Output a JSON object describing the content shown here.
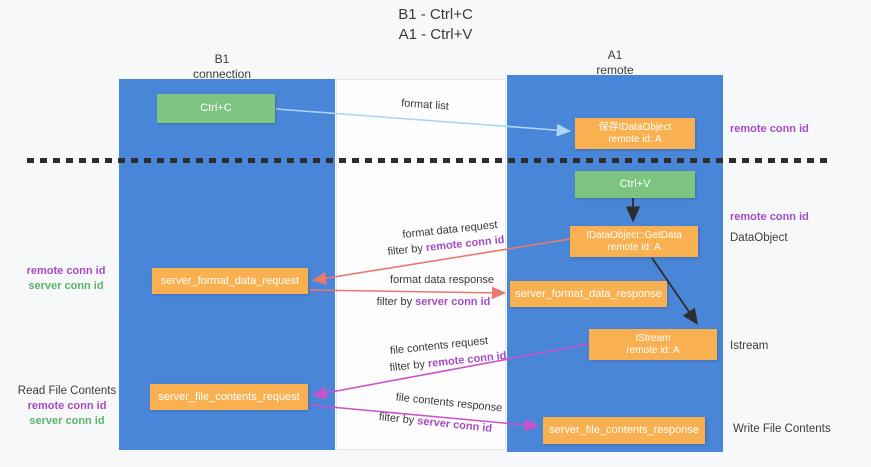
{
  "title": {
    "line1": "B1 - Ctrl+C",
    "line2": "A1 - Ctrl+V"
  },
  "columns": {
    "left": {
      "header_line1": "B1",
      "header_line2": "connection"
    },
    "right": {
      "header_line1": "A1",
      "header_line2": "remote"
    }
  },
  "boxes": {
    "ctrl_c": "Ctrl+C",
    "ctrl_v": "Ctrl+V",
    "keep_idataobject": {
      "line1": "保存IDataObject",
      "line2": "remote id: A"
    },
    "getdata": {
      "line1": "IDataObject::GetData",
      "line2": "remote id: A"
    },
    "istream": {
      "line1": "IStream",
      "line2": "remote id: A"
    },
    "server_format_data_request": "server_format_data_request",
    "server_format_data_response": "server_format_data_response",
    "server_file_contents_request": "server_file_contents_request",
    "server_file_contents_response": "server_file_contents_response"
  },
  "flow_labels": {
    "format_list": "format list",
    "format_data_request": "format data request",
    "filter_remote_1": {
      "prefix": "filter by ",
      "id": "remote conn id"
    },
    "format_data_response": "format data response",
    "filter_server_1": {
      "prefix": "filter by ",
      "id": "server conn id"
    },
    "file_contents_request": "file contents request",
    "filter_remote_2": {
      "prefix": "filter by ",
      "id": "remote conn id"
    },
    "file_contents_response": "file contents response",
    "filter_server_2": {
      "prefix": "filter by ",
      "id": "server conn id"
    }
  },
  "side_labels": {
    "left_remote_1": "remote conn id",
    "left_server_1": "server conn id",
    "read_file_contents": "Read File Contents",
    "left_remote_2": "remote conn id",
    "left_server_2": "server conn id",
    "right_remote_1": "remote conn id",
    "right_remote_2": "remote conn id",
    "dataobject": "DataObject",
    "istream": "Istream",
    "write_file_contents": "Write File Contents"
  },
  "colors": {
    "column_blue": "#4a86d8",
    "box_orange": "#f9b050",
    "box_green": "#7cc47f",
    "arrow_salmon": "#e8796f",
    "arrow_magenta": "#cd52c8",
    "arrow_lightblue": "#a9d6f2",
    "arrow_black": "#2d2d2d",
    "label_purple": "#a54cc5",
    "label_green": "#58b568"
  }
}
